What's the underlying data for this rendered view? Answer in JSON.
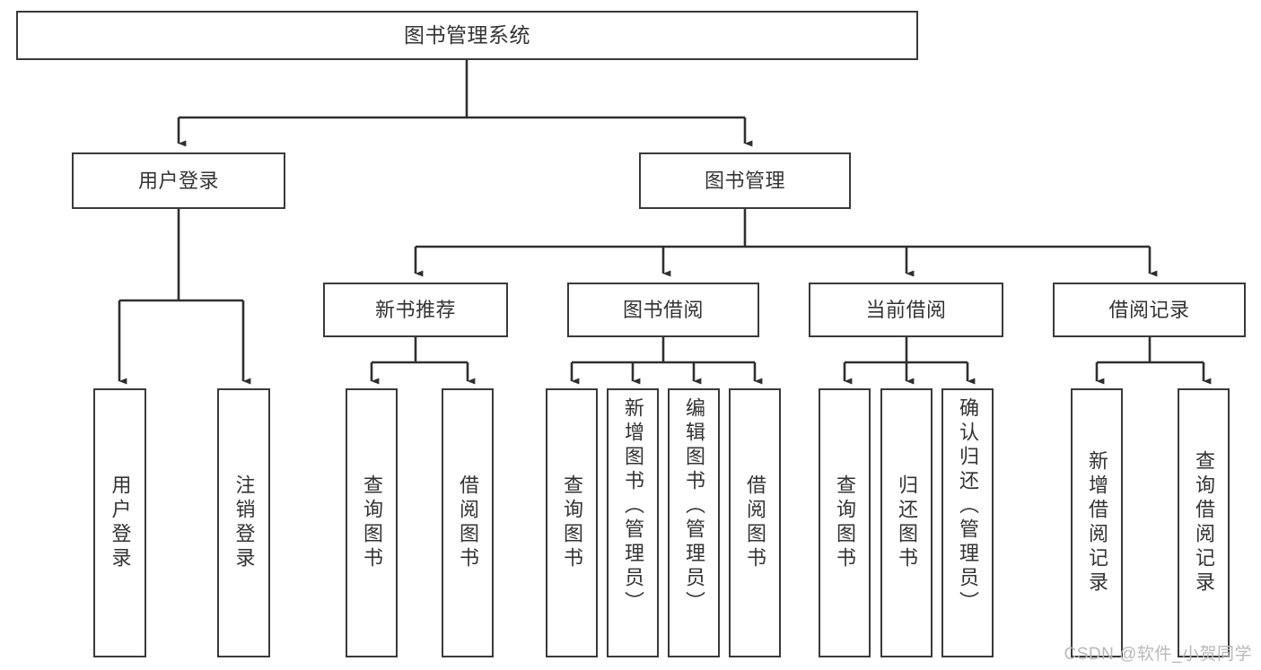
{
  "diagram": {
    "title": "图书管理系统",
    "type": "hierarchy-tree",
    "root": {
      "label": "图书管理系统"
    },
    "level2": [
      {
        "label": "用户登录"
      },
      {
        "label": "图书管理"
      }
    ],
    "level3": [
      {
        "label": "新书推荐"
      },
      {
        "label": "图书借阅"
      },
      {
        "label": "当前借阅"
      },
      {
        "label": "借阅记录"
      }
    ],
    "leaves": {
      "user_login": [
        {
          "label": "用户登录"
        },
        {
          "label": "注销登录"
        }
      ],
      "new_book_recommend": [
        {
          "label": "查询图书"
        },
        {
          "label": "借阅图书"
        }
      ],
      "book_borrow": [
        {
          "label": "查询图书"
        },
        {
          "label": "新增图书（管理员）"
        },
        {
          "label": "编辑图书（管理员）"
        },
        {
          "label": "借阅图书"
        }
      ],
      "current_borrow": [
        {
          "label": "查询图书"
        },
        {
          "label": "归还图书"
        },
        {
          "label": "确认归还（管理员）"
        }
      ],
      "borrow_record": [
        {
          "label": "新增借阅记录"
        },
        {
          "label": "查询借阅记录"
        }
      ]
    }
  },
  "watermark": {
    "text": "CSDN @软件_小贺同学"
  },
  "colors": {
    "box_border": "#3a3a3a",
    "connector": "#2f2f2f",
    "text": "#333333",
    "background": "#ffffff",
    "watermark": "#b9b9b9"
  }
}
